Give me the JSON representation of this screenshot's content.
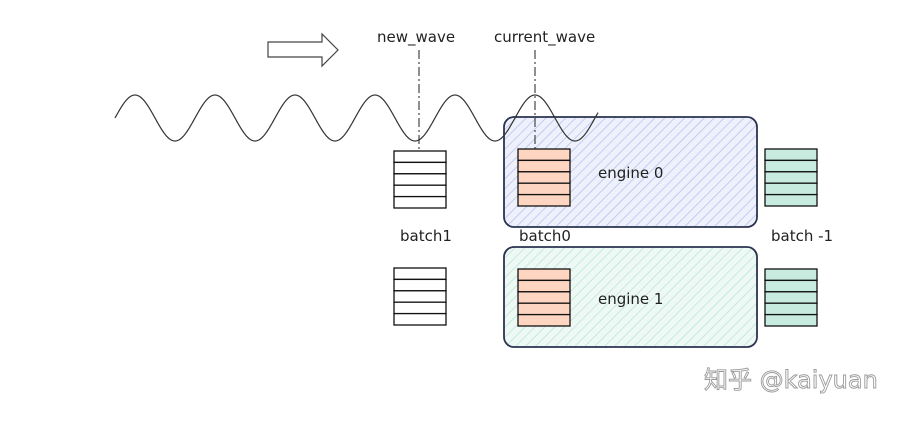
{
  "diagram": {
    "direction_arrow": "right-arrow",
    "markers": [
      {
        "id": "new_wave",
        "label": "new_wave"
      },
      {
        "id": "current_wave",
        "label": "current_wave"
      }
    ],
    "engines": [
      {
        "id": "engine0",
        "label": "engine 0",
        "fill": "#dde3f6",
        "hatch": "#b8c3ee"
      },
      {
        "id": "engine1",
        "label": "engine 1",
        "fill": "#e2f4ee",
        "hatch": "#bde6da"
      }
    ],
    "batches": [
      {
        "id": "batch1",
        "label": "batch1",
        "fill": "#ffffff",
        "rows": 5
      },
      {
        "id": "batch0",
        "label": "batch0",
        "fill": "#fdd5c0",
        "rows": 5
      },
      {
        "id": "batch-1",
        "label": "batch -1",
        "fill": "#c8ebdf",
        "rows": 5
      }
    ],
    "stroke_color": "#2b3350",
    "watermark": "知乎 @kaiyuan"
  }
}
